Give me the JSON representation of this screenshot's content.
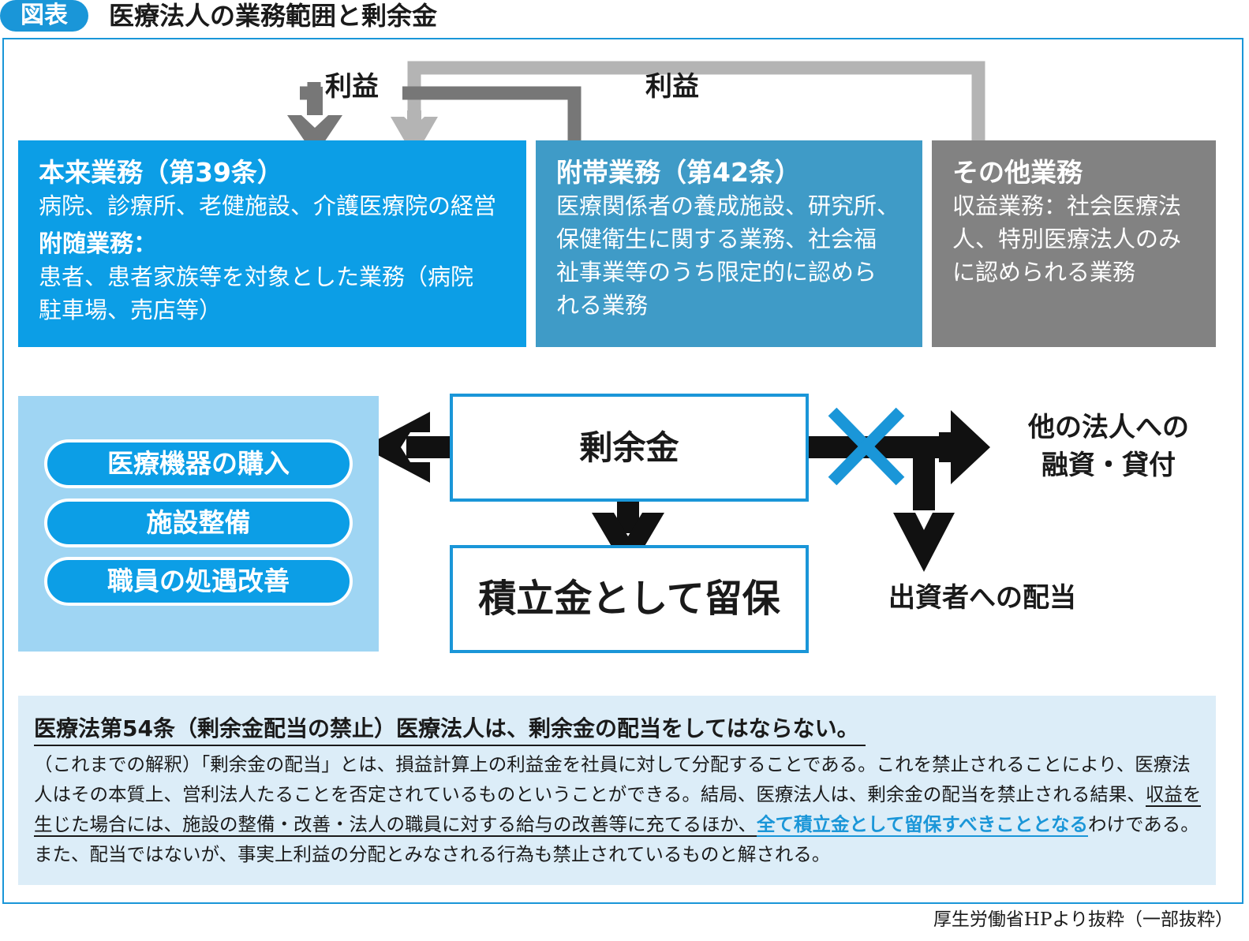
{
  "header": {
    "tag": "図表",
    "title": "医療法人の業務範囲と剰余金"
  },
  "flow_labels": {
    "profit_left": "利益",
    "profit_right": "利益"
  },
  "boxes": {
    "core": {
      "title": "本来業務（第39条）",
      "text": "病院、診療所、老健施設、介護医療院の経営",
      "sub_title": "附随業務：",
      "sub_lines": [
        "患者、患者家族等を対象とした業務（病院",
        "駐車場、売店等）"
      ]
    },
    "ancillary": {
      "title": "附帯業務（第42条）",
      "lines": [
        "医療関係者の養成施設、研究所、",
        "保健衛生に関する業務、社会福",
        "祉事業等のうち限定的に認めら",
        "れる業務"
      ]
    },
    "other": {
      "title": "その他業務",
      "lines": [
        "収益業務：社会医療法",
        "人、特別医療法人のみ",
        "に認められる業務"
      ]
    }
  },
  "uses": [
    "医療機器の購入",
    "施設整備",
    "職員の処遇改善"
  ],
  "surplus": "剰余金",
  "reserve": "積立金として留保",
  "prohibited": {
    "loan_lines": [
      "他の法人への",
      "融資・貸付"
    ],
    "dividend": "出資者への配当"
  },
  "law": {
    "heading": "医療法第54条（剰余金配当の禁止）医療法人は、剰余金の配当をしてはならない。",
    "p1": "（これまでの解釈）「剰余金の配当」とは、損益計算上の利益金を社員に対して分配することである。これを禁止されることにより、医療法人はその本質上、営利法人たることを否定されているものということができる。結局、医療法人は、剰余金の配当を禁止される結果、",
    "p2_underline": "収益を生じた場合には、施設の整備・改善・法人の職員に対する給与の改善等に充てるほか、",
    "p3_highlight": "全て積立金として留保すべきこととなる",
    "p4": "わけである。また、配当ではないが、事実上利益の分配とみなされる行為も禁止されているものと解される。"
  },
  "source": "厚生労働省HPより抜粋（一部抜粋）",
  "colors": {
    "accent": "#1a96d8",
    "core_box": "#0c9ee6",
    "ancillary_box": "#3f9bc7",
    "other_box": "#828282",
    "panel": "#9fd5f3",
    "law_bg": "#dcedf8"
  }
}
